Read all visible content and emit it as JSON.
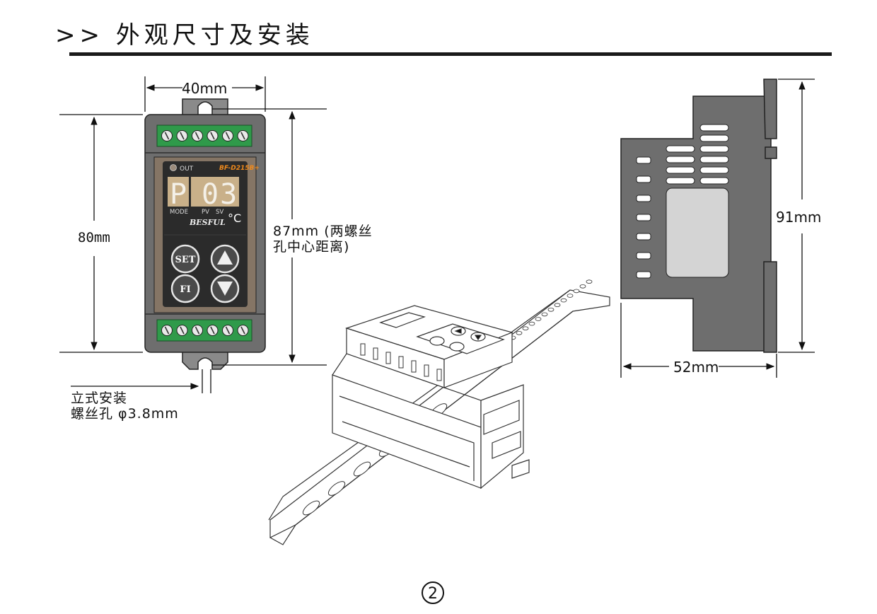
{
  "header": {
    "title": ">> 外观尺寸及安装"
  },
  "front_view": {
    "width_label": "40mm",
    "height_label": "80mm",
    "hole_pitch_label_line1": "87mm (两螺丝",
    "hole_pitch_label_line2": "孔中心距离)",
    "mount_note_line1": "立式安装",
    "mount_note_line2": "螺丝孔 φ3.8mm",
    "panel": {
      "out_label": "OUT",
      "model": "BF-D215B+",
      "display_left": "P",
      "display_right": "03",
      "mode_label": "MODE",
      "pv_label": "PV",
      "sv_label": "SV",
      "unit_label": "°C",
      "brand": "BESFUL",
      "set_button": "SET",
      "fi_button": "FI"
    }
  },
  "side_view": {
    "height_label": "91mm",
    "depth_label": "52mm"
  },
  "footer": {
    "page_number": "2"
  },
  "colors": {
    "housing": "#6e6e6e",
    "terminal_green": "#2f9a4a",
    "panel_dark": "#2b2b2b",
    "display_bg": "#c9b089",
    "model_color": "#f08a1c"
  }
}
